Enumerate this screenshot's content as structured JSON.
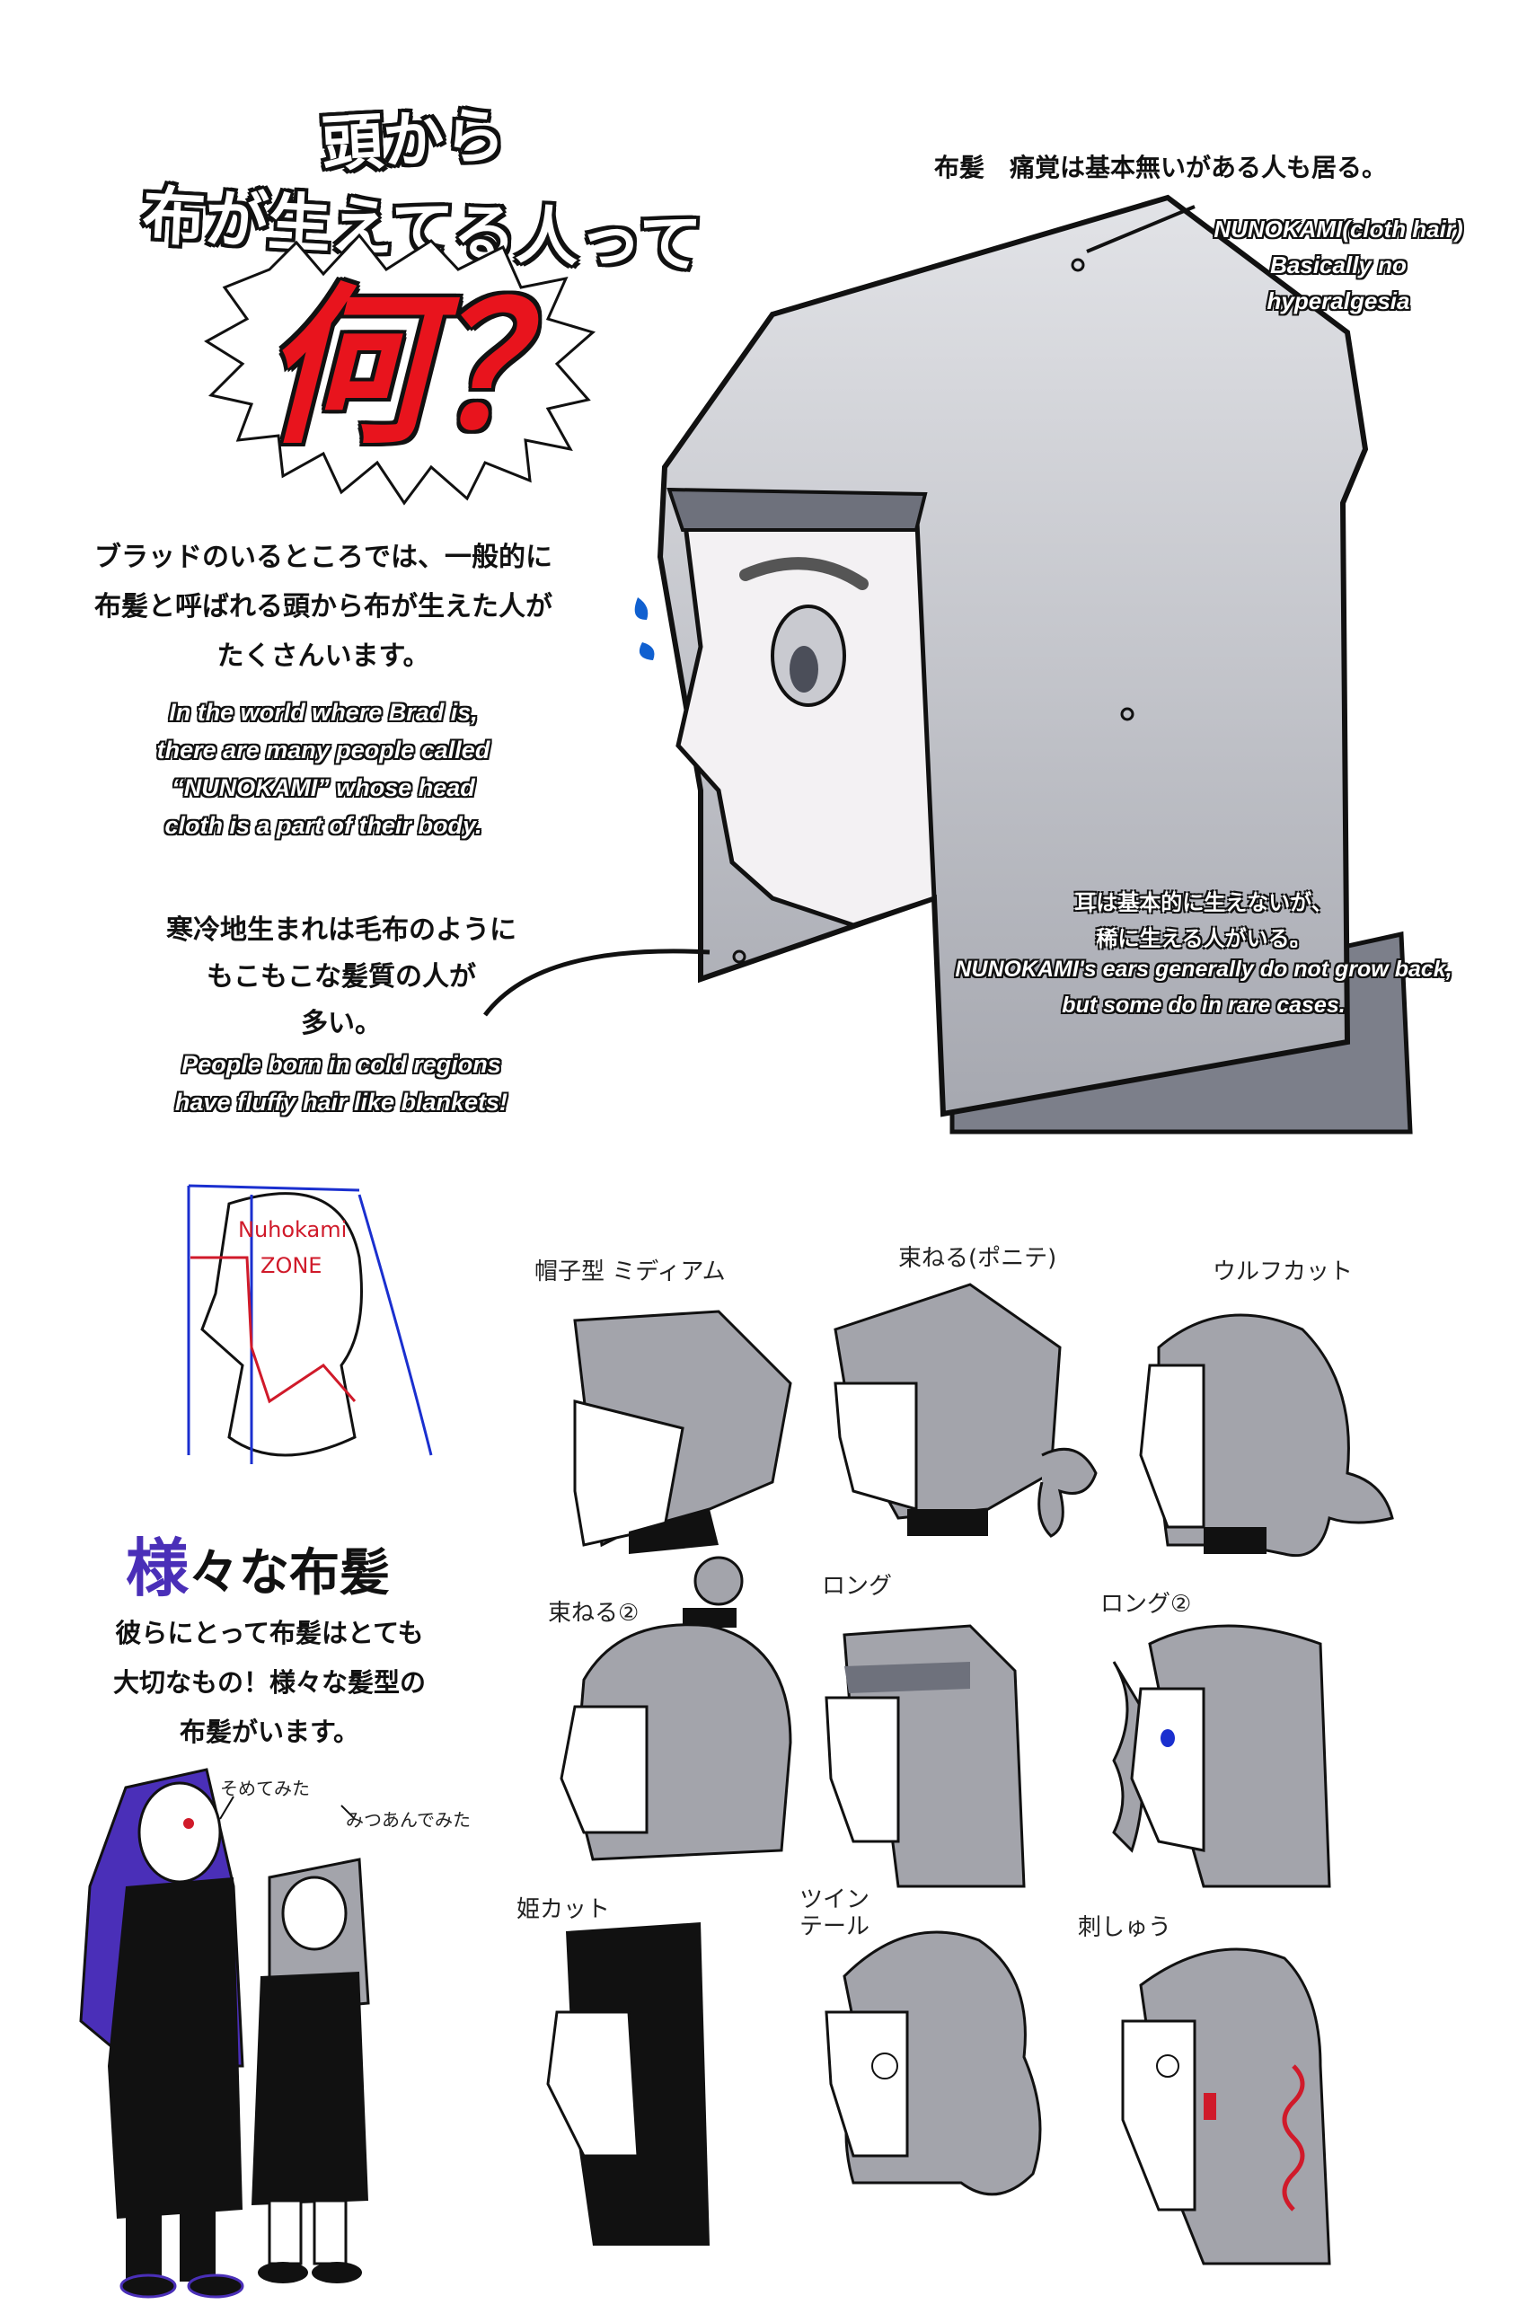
{
  "title": {
    "line1": "頭から",
    "line2": "布が生えてる人って",
    "question": "何？"
  },
  "intro": {
    "jp_lines": [
      "ブラッドのいるところでは、一般的に",
      "布髪と呼ばれる頭から布が生えた人が",
      "たくさんいます。"
    ],
    "en_lines": [
      "In the world where Brad is,",
      "there are many people called",
      "“NUNOKAMI” whose head",
      "cloth is a part of their body."
    ]
  },
  "cold": {
    "jp_lines": [
      "寒冷地生まれは毛布のように",
      "もこもこな髪質の人が",
      "多い。"
    ],
    "en_lines": [
      "People born  in cold regions",
      "have fluffy hair like blankets!"
    ]
  },
  "pain": {
    "jp": "布髪　痛覚は基本無いがある人も居る。",
    "en_lines": [
      "NUNOKAMI(cloth hair)",
      "Basically no",
      "hyperalgesia"
    ]
  },
  "ears": {
    "jp_lines": [
      "耳は基本的に生えないが、",
      "稀に生える人がいる。"
    ],
    "en_lines": [
      "NUNOKAMI's ears generally do not grow back,",
      "but some do in rare cases."
    ]
  },
  "zone": {
    "line1": "Nuhokami",
    "line2": "ZONE"
  },
  "various": {
    "heading_first": "様",
    "heading_rest": "々な布髪",
    "lines": [
      "彼らにとって布髪はとても",
      "大切なもの！様々な髪型の",
      "布髪がいます。"
    ]
  },
  "char_notes": {
    "left": "そめてみた",
    "right": "みつあんでみた"
  },
  "styles": [
    "帽子型 ミディアム",
    "束ねる(ポニテ)",
    "ウルフカット",
    "束ねる②",
    "ロング",
    "ロング②",
    "姫カット",
    "ツイン\nテール",
    "刺しゅう"
  ],
  "colors": {
    "hair_gray": "#a3a4ab",
    "title_red": "#e8141d",
    "purple": "#4a2fb8",
    "outline": "#111111"
  }
}
